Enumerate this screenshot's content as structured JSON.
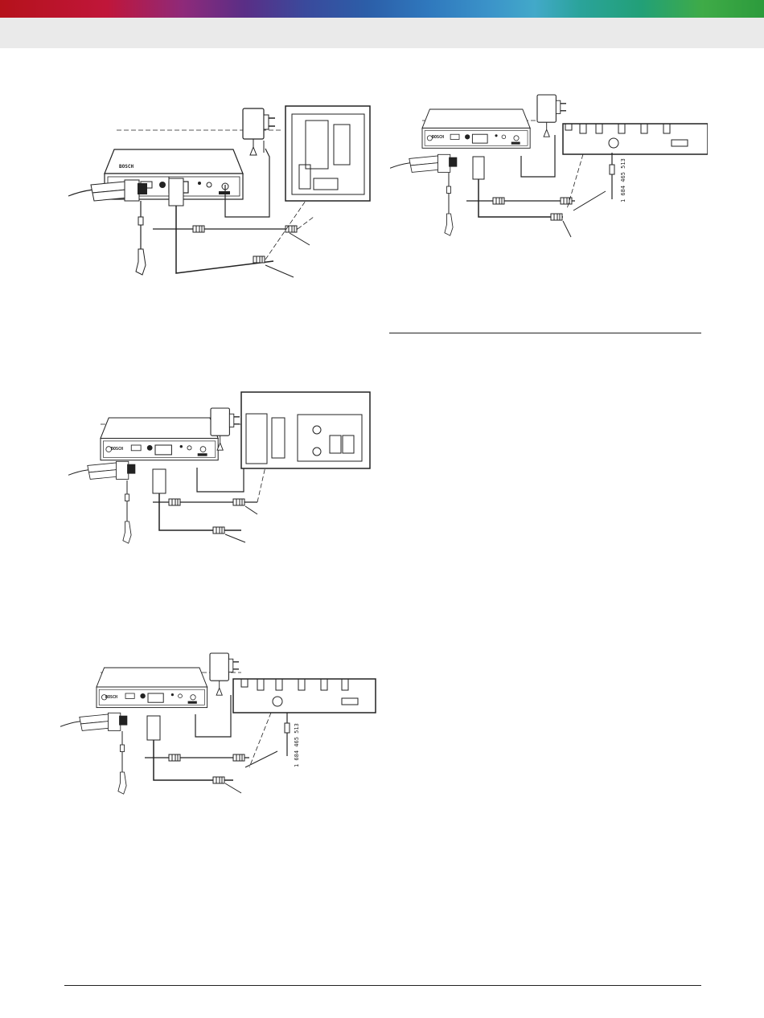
{
  "figures": [
    {
      "id": "fig-1",
      "device_brand": "BOSCH",
      "part_number": ""
    },
    {
      "id": "fig-2",
      "device_brand": "BOSCH",
      "part_number": "1 684 465 513"
    },
    {
      "id": "fig-3",
      "device_brand": "BOSCH",
      "part_number": ""
    },
    {
      "id": "fig-4",
      "device_brand": "BOSCH",
      "part_number": "1 684 465 513"
    }
  ],
  "colors": {
    "line": "#222222",
    "header_bar": "#eaeaea"
  }
}
